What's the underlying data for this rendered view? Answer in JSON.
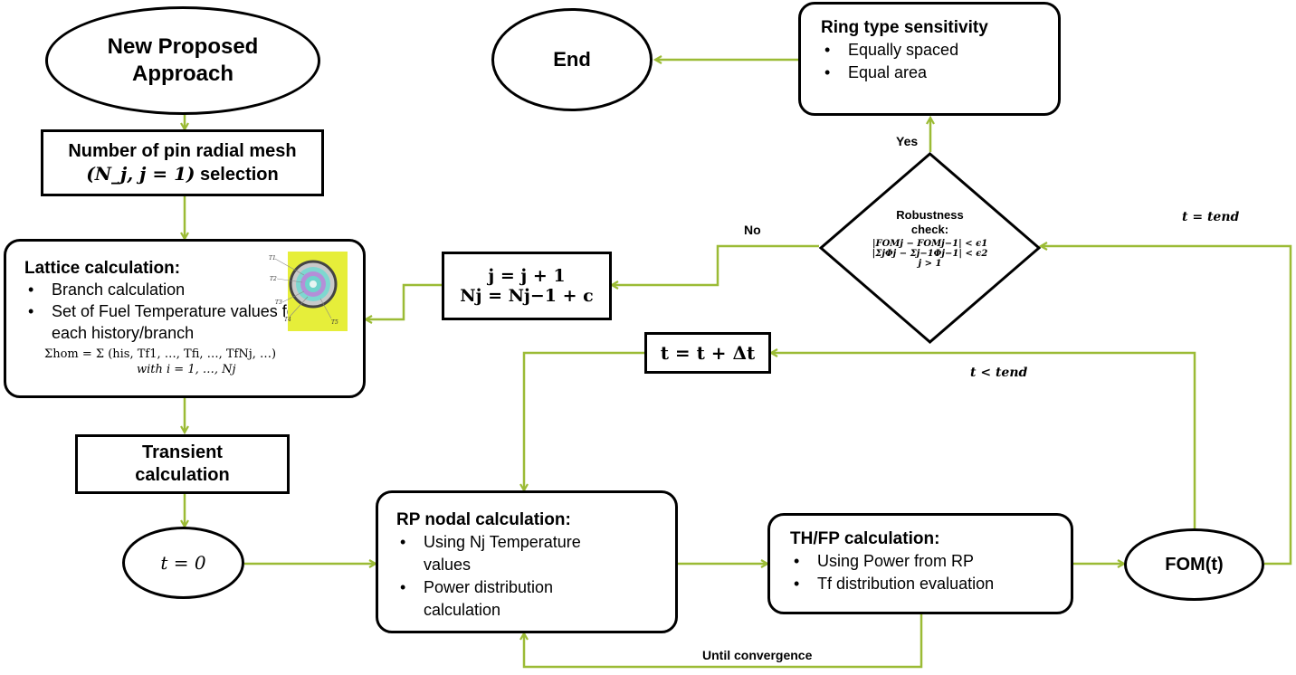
{
  "nodes": {
    "start": "New Proposed Approach",
    "pin_mesh": {
      "line1": "Number of pin radial mesh",
      "math": "(N_j, j = 1)",
      "line2_suffix": "selection"
    },
    "lattice": {
      "title": "Lattice calculation:",
      "items": [
        "Branch calculation",
        "Set of Fuel Temperature values for each history/branch"
      ],
      "formula_line1": "Σhom = Σ (his, Tf1, …, Tfi, …, TfNj, …)",
      "formula_line2": "with i = 1, …, Nj"
    },
    "transient": "Transient calculation",
    "t0": "t = 0",
    "rp_nodal": {
      "title": "RP nodal calculation:",
      "items": [
        "Using Nj Temperature values",
        "Power distribution calculation"
      ]
    },
    "thfp": {
      "title": "TH/FP calculation:",
      "items": [
        "Using Power from RP",
        "Tf distribution evaluation"
      ]
    },
    "fom": "FOM(t)",
    "t_update": "t = t + Δt",
    "robustness": {
      "title": "Robustness check:",
      "cond1": "|FOMj − FOMj−1| < ϵ1",
      "cond2": "|ΣjΦj − Σj−1Φj−1| < ϵ2",
      "cond3": "j > 1"
    },
    "j_update": {
      "line1": "j = j + 1",
      "line2": "Nj = Nj−1 + c"
    },
    "ring": {
      "title": "Ring type sensitivity",
      "items": [
        "Equally spaced",
        "Equal area"
      ]
    },
    "end": "End"
  },
  "edge_labels": {
    "yes": "Yes",
    "no": "No",
    "t_end": "t = tend",
    "t_less": "t < tend",
    "until": "Until convergence"
  },
  "figure_labels": [
    "T1",
    "T2",
    "T3",
    "T4",
    "T5"
  ],
  "colors": {
    "arrow": "#9bbb35",
    "border": "#000000"
  }
}
